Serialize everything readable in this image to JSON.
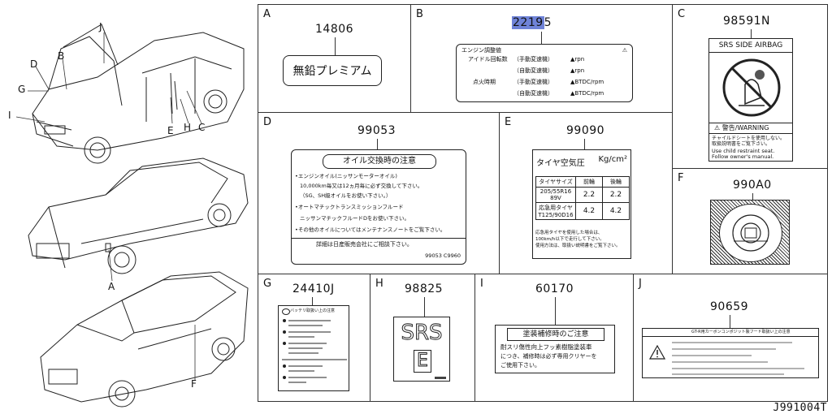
{
  "car_callouts": [
    "J",
    "B",
    "D",
    "G",
    "I",
    "E",
    "H",
    "C",
    "A",
    "F"
  ],
  "cells": {
    "A": {
      "letter": "A",
      "part_number": "14806",
      "label_text": "無鉛プレミアム"
    },
    "B": {
      "letter": "B",
      "part_number_highlight": "2219",
      "part_number_rest": "5",
      "title": "エンジン調整値",
      "rows": [
        {
          "a": "アイドル回転数",
          "b": "（手動変速機）",
          "c": "▲rpn"
        },
        {
          "a": "",
          "b": "（自動変速機）",
          "c": "▲rpn"
        },
        {
          "a": "点火時期",
          "b": "（手動変速機）",
          "c": "▲BTDC/rpm"
        },
        {
          "a": "",
          "b": "（自動変速機）",
          "c": "▲BTDC/rpm"
        }
      ]
    },
    "C": {
      "letter": "C",
      "part_number": "98591N",
      "heading": "SRS SIDE AIRBAG",
      "warning": "⚠ 警告/WARNING",
      "lines_jp": [
        "チャイルドシートを使用しない。",
        "取扱説明書をご覧下さい。"
      ],
      "lines_en": [
        "Use child restraint seat.",
        "Follow owner's manual."
      ]
    },
    "D": {
      "letter": "D",
      "part_number": "99053",
      "title": "オイル交換時の注意",
      "lines": [
        "•エンジンオイル(ニッサンモーターオイル)",
        "10,000km毎又は12ヵ月毎に必ず交換して下さい。",
        "（SG、SH級オイルをお使い下さい。）",
        "•オートマチックトランスミッションフルード",
        "ニッサンマチックフルードDをお使い下さい。",
        "•その他のオイルについてはメンテナンスノートをご覧下さい。"
      ],
      "footer": "詳細は日産販売会社にご相談下さい。",
      "code": "99053 C9960"
    },
    "E": {
      "letter": "E",
      "part_number": "99090",
      "title": "タイヤ空気圧",
      "unit": "Kg/cm²",
      "header": [
        "タイヤサイズ",
        "前輪",
        "後輪"
      ],
      "rows": [
        [
          "205/55R16 89V",
          "2.2",
          "2.2"
        ],
        [
          "応急用タイヤ T125/90D16",
          "4.2",
          "4.2"
        ]
      ],
      "notes": [
        "応急用タイヤを使用した場合は、",
        "100km/h以下で走行して下さい。",
        "使用方法は、取扱い説明書をご覧下さい。"
      ]
    },
    "F": {
      "letter": "F",
      "part_number": "990A0"
    },
    "G": {
      "letter": "G",
      "part_number": "24410J",
      "title": "バッテリ取扱い上の注意"
    },
    "H": {
      "letter": "H",
      "part_number": "98825",
      "srs": "SRS",
      "srs_e": "E"
    },
    "I": {
      "letter": "I",
      "part_number": "60170",
      "title": "塗装補修時のご注意",
      "lines": [
        "耐スリ傷性向上フッ素樹脂塗装車",
        "につき、補修時は必ず専用クリヤーを",
        "ご使用下さい。"
      ]
    },
    "J": {
      "letter": "J",
      "part_number": "90659",
      "header": "GT-R用カーボンコンポジット製フード取扱い上の注意"
    }
  },
  "diagram_code": "J991004T"
}
